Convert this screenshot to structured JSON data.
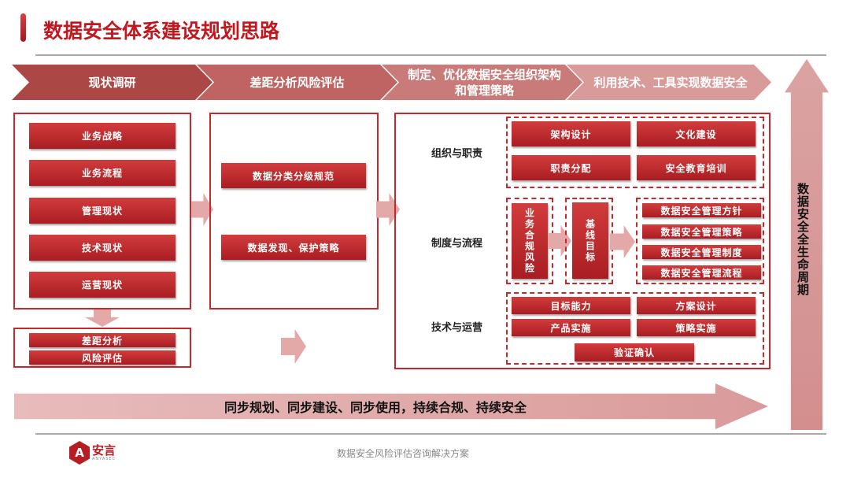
{
  "title": "数据安全体系建设规划思路",
  "phases": [
    "现状调研",
    "差距分析风险评估",
    "制定、优化数据安全组织架构和管理策略",
    "利用技术、工具实现数据安全"
  ],
  "current_state": [
    "业务战略",
    "业务流程",
    "管理现状",
    "技术现状",
    "运营现状"
  ],
  "gap_outputs": [
    "差距分析",
    "风险评估"
  ],
  "gap_analysis": [
    "数据分类分级规范",
    "数据发现、保护策略"
  ],
  "sections": {
    "org": {
      "label": "组织与职责",
      "items": [
        "架构设计",
        "文化建设",
        "职责分配",
        "安全教育培训"
      ]
    },
    "process": {
      "label": "制度与流程",
      "risk": "业务合规风险",
      "baseline": "基线目标",
      "items": [
        "数据安全管理方针",
        "数据安全管理策略",
        "数据安全管理制度",
        "数据安全管理流程"
      ]
    },
    "tech": {
      "label": "技术与运营",
      "items": [
        "目标能力",
        "方案设计",
        "产品实施",
        "策略实施",
        "验证确认"
      ]
    }
  },
  "bottom_banner": "同步规划、同步建设、同步使用，持续合规、持续安全",
  "lifecycle": "数据安全全生命周期",
  "footer": {
    "logo_text": "安言",
    "logo_sub": "ANYASEC",
    "caption": "数据安全风险评估咨询解决方案"
  },
  "colors": {
    "accent": "#c0181e"
  }
}
